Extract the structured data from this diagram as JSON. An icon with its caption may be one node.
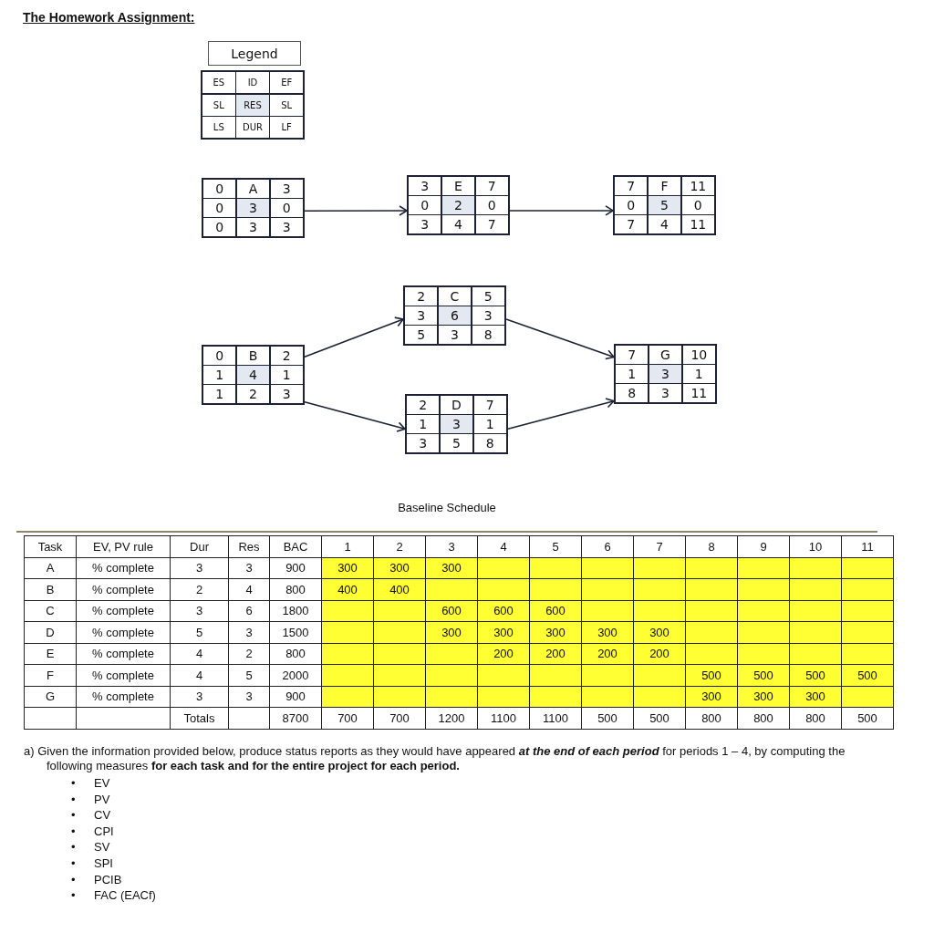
{
  "diagram": {
    "title": "The Homework Assignment:",
    "nodes": [
      {
        "text": [
          "Legend"
        ]
      },
      {
        "text": [
          "ES",
          "ID",
          "EF",
          "SL",
          "RES",
          "SL",
          "LS",
          "DUR",
          "LF"
        ]
      },
      {
        "text": [
          "0",
          "A",
          "3",
          "0",
          "3",
          "0",
          "0",
          "3",
          "3"
        ]
      },
      {
        "text": [
          "3",
          "E",
          "7",
          "0",
          "2",
          "0",
          "3",
          "4",
          "7"
        ]
      },
      {
        "text": [
          "7",
          "F",
          "11",
          "0",
          "5",
          "0",
          "7",
          "4",
          "11"
        ]
      },
      {
        "text": [
          "2",
          "C",
          "5",
          "3",
          "6",
          "3",
          "5",
          "3",
          "8"
        ]
      },
      {
        "text": [
          "0",
          "B",
          "2",
          "1",
          "4",
          "1",
          "1",
          "2",
          "3"
        ]
      },
      {
        "text": [
          "7",
          "G",
          "10",
          "1",
          "3",
          "1",
          "8",
          "3",
          "11"
        ]
      },
      {
        "text": [
          "2",
          "D",
          "7",
          "1",
          "3",
          "1",
          "3",
          "5",
          "8"
        ]
      }
    ],
    "edges": [
      {
        "from": 2,
        "to": 3,
        "arrow": "to"
      },
      {
        "from": 3,
        "to": 4,
        "arrow": "to"
      },
      {
        "from": 6,
        "to": 5,
        "arrow": "to"
      },
      {
        "from": 6,
        "to": 8,
        "arrow": "to"
      },
      {
        "from": 5,
        "to": 7,
        "arrow": "to"
      },
      {
        "from": 8,
        "to": 7,
        "arrow": "to"
      }
    ],
    "labels": [
      "Baseline Schedule",
      "Task",
      "EV, PV rule",
      "Dur",
      "Res",
      "BAC",
      "1",
      "2",
      "3",
      "4",
      "5",
      "6",
      "7",
      "8",
      "9",
      "10",
      "11",
      "A",
      "% complete",
      "3",
      "3",
      "900",
      "300",
      "300",
      "300",
      "B",
      "% complete",
      "2",
      "4",
      "800",
      "400",
      "400",
      "C",
      "% complete",
      "3",
      "6",
      "1800",
      "600",
      "600",
      "600",
      "D",
      "% complete",
      "5",
      "3",
      "1500",
      "300",
      "300",
      "300",
      "300",
      "300",
      "E",
      "% complete",
      "4",
      "2",
      "800",
      "200",
      "200",
      "200",
      "200",
      "F",
      "% complete",
      "4",
      "5",
      "2000",
      "500",
      "500",
      "500",
      "500",
      "G",
      "% complete",
      "3",
      "3",
      "900",
      "300",
      "300",
      "300",
      "Totals",
      "8700",
      "700",
      "700",
      "1200",
      "1100",
      "1100",
      "500",
      "500",
      "800",
      "800",
      "800",
      "500",
      "a) Given the information provided below, produce status reports as they would have appeared **at the end of each period** for periods 1 – 4, by computing the following measures **for each task and for the entire project for each period.**",
      "•",
      "EV",
      "•",
      "PV",
      "•",
      "CV",
      "•",
      "CPI",
      "•",
      "SV",
      "•",
      "SPI",
      "•",
      "PCIB",
      "•",
      "FAC (EACf)"
    ]
  }
}
